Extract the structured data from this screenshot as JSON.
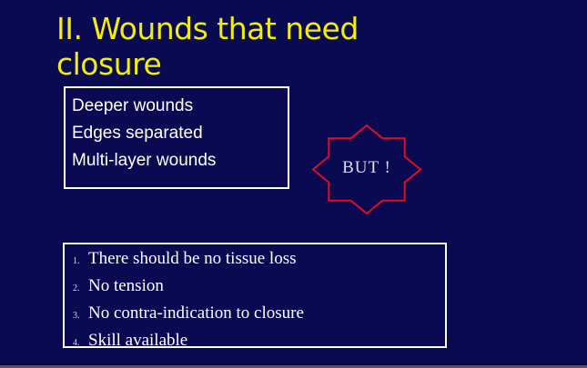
{
  "slide": {
    "title": "II. Wounds that need\nclosure",
    "wound_types_box": {
      "items": [
        "Deeper wounds",
        "Edges separated",
        "Multi-layer wounds"
      ]
    },
    "star_badge": {
      "label": "BUT !"
    },
    "conditions_box": {
      "items": [
        {
          "number": "1.",
          "text": "There should be no tissue loss"
        },
        {
          "number": "2.",
          "text": "No tension"
        },
        {
          "number": "3.",
          "text": "No contra-indication to closure"
        },
        {
          "number": "4.",
          "text": "Skill available"
        }
      ]
    },
    "colors": {
      "background": "#0a0a52",
      "title": "#f2ee0a",
      "text": "#ffffff",
      "star": "#e00c22",
      "border": "#ffffff",
      "bottom_bar": "#54545e"
    }
  }
}
